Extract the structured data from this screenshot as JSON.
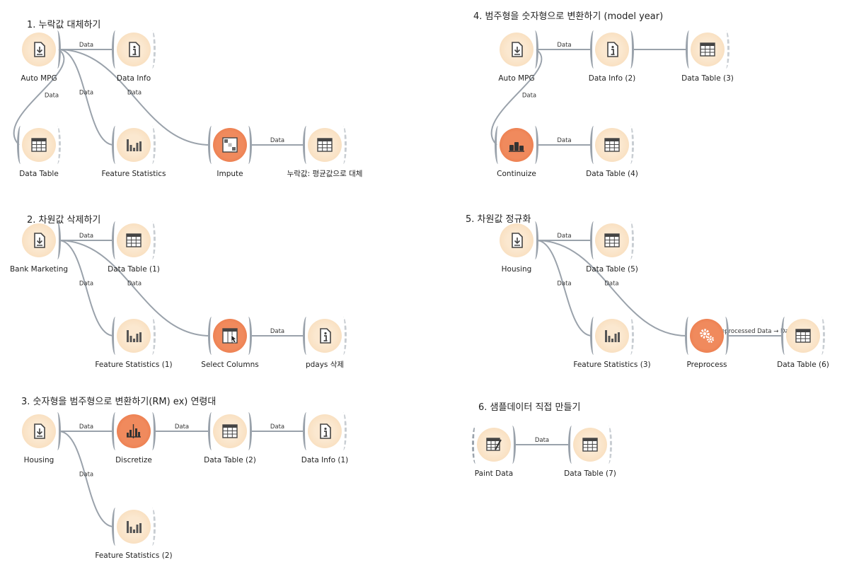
{
  "colors": {
    "data": "#f7d9b4",
    "transform": "#f08a5d",
    "link": "#9aa2ab"
  },
  "headings": {
    "s1": "1. 누락값 대체하기",
    "s2": "2. 차원값 삭제하기",
    "s3": "3. 숫자형을 범주형으로 변환하기(RM) ex) 연령대",
    "s4": "4. 범주형을 숫자형으로 변환하기 (model year)",
    "s5": "5. 차원값 정규화",
    "s6": "6. 샘플데이터 직접 만들기"
  },
  "nodes": {
    "auto_mpg": {
      "label": "Auto MPG",
      "icon": "file-import-icon"
    },
    "data_info": {
      "label": "Data Info",
      "icon": "info-icon"
    },
    "data_table": {
      "label": "Data Table",
      "icon": "table-icon"
    },
    "feature_statistics": {
      "label": "Feature Statistics",
      "icon": "bar-chart-icon"
    },
    "impute": {
      "label": "Impute",
      "icon": "impute-icon"
    },
    "table_impute": {
      "label": "누락값: 평균값으로 대체",
      "icon": "table-icon"
    },
    "bank_marketing": {
      "label": "Bank Marketing",
      "icon": "file-import-icon"
    },
    "data_table_1": {
      "label": "Data Table (1)",
      "icon": "table-icon"
    },
    "feature_statistics_1": {
      "label": "Feature Statistics (1)",
      "icon": "bar-chart-icon"
    },
    "select_columns": {
      "label": "Select Columns",
      "icon": "select-columns-icon"
    },
    "pdays": {
      "label": "pdays 삭제",
      "icon": "info-icon"
    },
    "housing_3": {
      "label": "Housing",
      "icon": "file-import-icon"
    },
    "discretize": {
      "label": "Discretize",
      "icon": "discretize-icon"
    },
    "data_table_2": {
      "label": "Data Table (2)",
      "icon": "table-icon"
    },
    "data_info_1": {
      "label": "Data Info (1)",
      "icon": "info-icon"
    },
    "feature_statistics_2": {
      "label": "Feature Statistics (2)",
      "icon": "bar-chart-icon"
    },
    "auto_mpg_4": {
      "label": "Auto MPG",
      "icon": "file-import-icon"
    },
    "data_info_2": {
      "label": "Data Info (2)",
      "icon": "info-icon"
    },
    "data_table_3": {
      "label": "Data Table (3)",
      "icon": "table-icon"
    },
    "continuize": {
      "label": "Continuize",
      "icon": "continuize-icon"
    },
    "data_table_4": {
      "label": "Data Table (4)",
      "icon": "table-icon"
    },
    "housing_5": {
      "label": "Housing",
      "icon": "file-import-icon"
    },
    "data_table_5": {
      "label": "Data Table (5)",
      "icon": "table-icon"
    },
    "feature_statistics_3": {
      "label": "Feature Statistics (3)",
      "icon": "bar-chart-icon"
    },
    "preprocess": {
      "label": "Preprocess",
      "icon": "gears-icon"
    },
    "data_table_6": {
      "label": "Data Table (6)",
      "icon": "table-icon"
    },
    "paint_data": {
      "label": "Paint Data",
      "icon": "paint-data-icon"
    },
    "data_table_7": {
      "label": "Data Table (7)",
      "icon": "table-icon"
    }
  },
  "links": [
    {
      "from": "auto_mpg",
      "to": "data_info",
      "label": "Data"
    },
    {
      "from": "auto_mpg",
      "to": "data_table",
      "label": "Data"
    },
    {
      "from": "auto_mpg",
      "to": "feature_statistics",
      "label": "Data"
    },
    {
      "from": "auto_mpg",
      "to": "impute",
      "label": "Data"
    },
    {
      "from": "impute",
      "to": "table_impute",
      "label": "Data"
    },
    {
      "from": "bank_marketing",
      "to": "data_table_1",
      "label": "Data"
    },
    {
      "from": "bank_marketing",
      "to": "feature_statistics_1",
      "label": "Data"
    },
    {
      "from": "bank_marketing",
      "to": "select_columns",
      "label": "Data"
    },
    {
      "from": "select_columns",
      "to": "pdays",
      "label": "Data"
    },
    {
      "from": "housing_3",
      "to": "discretize",
      "label": "Data"
    },
    {
      "from": "housing_3",
      "to": "feature_statistics_2",
      "label": "Data"
    },
    {
      "from": "discretize",
      "to": "data_table_2",
      "label": "Data"
    },
    {
      "from": "data_table_2",
      "to": "data_info_1",
      "label": "Data"
    },
    {
      "from": "auto_mpg_4",
      "to": "data_info_2",
      "label": "Data"
    },
    {
      "from": "auto_mpg_4",
      "to": "continuize",
      "label": "Data"
    },
    {
      "from": "data_info_2",
      "to": "data_table_3",
      "label": ""
    },
    {
      "from": "continuize",
      "to": "data_table_4",
      "label": "Data"
    },
    {
      "from": "housing_5",
      "to": "data_table_5",
      "label": "Data"
    },
    {
      "from": "housing_5",
      "to": "feature_statistics_3",
      "label": "Data"
    },
    {
      "from": "housing_5",
      "to": "preprocess",
      "label": "Data"
    },
    {
      "from": "preprocess",
      "to": "data_table_6",
      "label": "Preprocessed Data → Data"
    },
    {
      "from": "paint_data",
      "to": "data_table_7",
      "label": "Data"
    }
  ]
}
